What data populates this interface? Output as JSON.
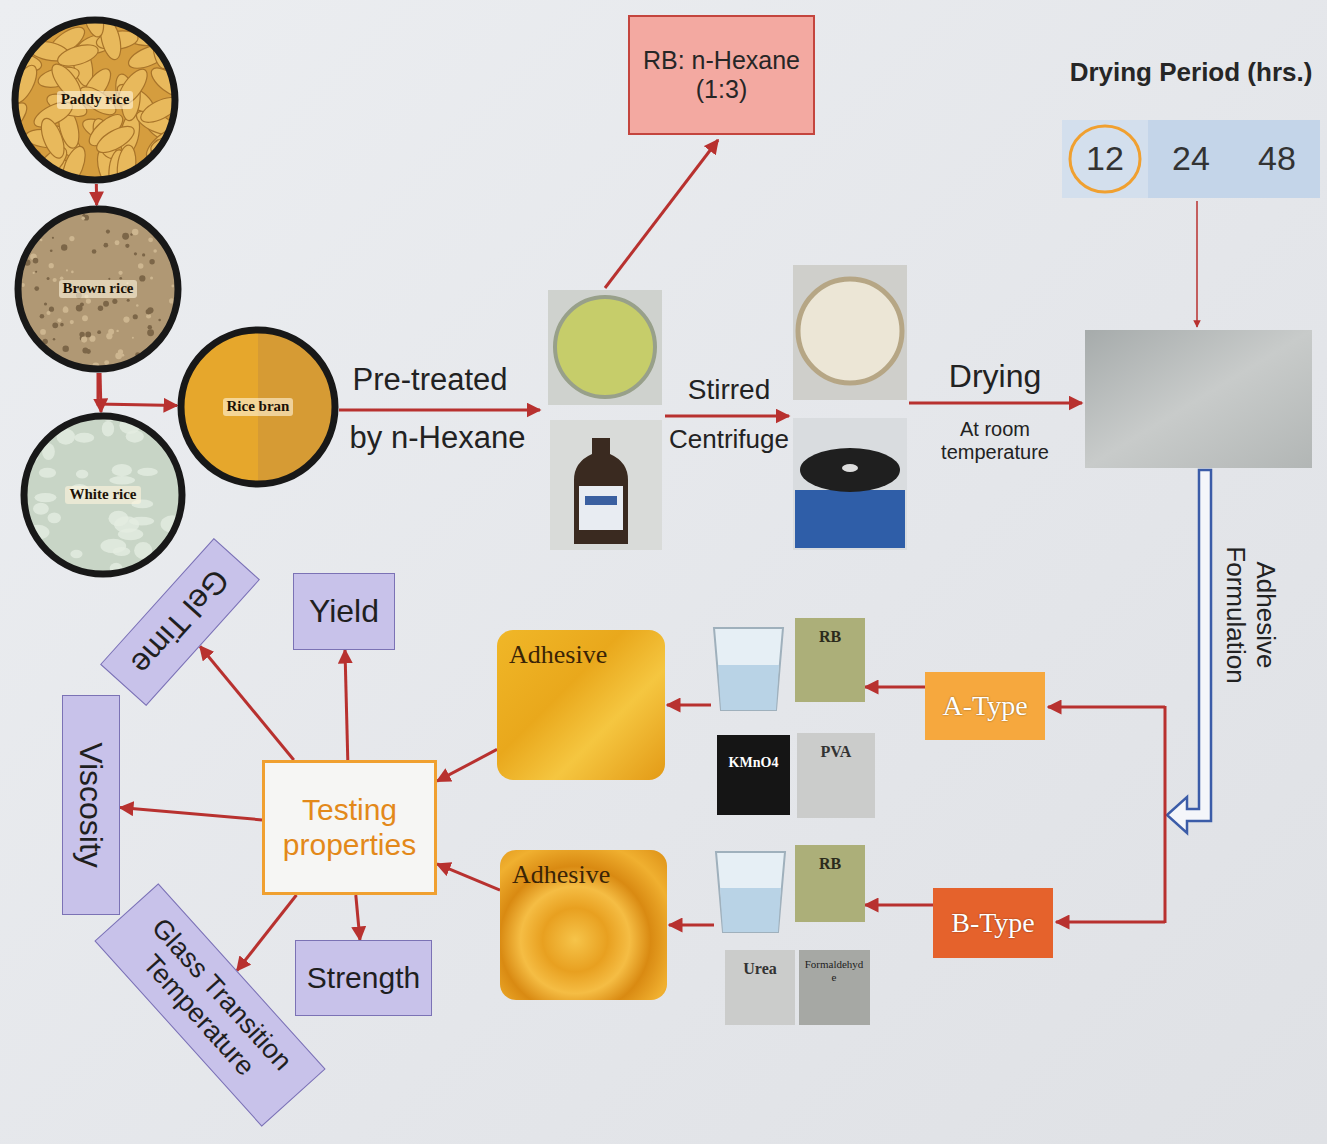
{
  "diagram": {
    "nodes": [
      {
        "text": [
          "Paddy rice"
        ]
      },
      {
        "text": [
          "Brown rice"
        ]
      },
      {
        "text": [
          "White rice"
        ]
      },
      {
        "text": [
          "Rice bran"
        ]
      },
      {
        "text": [
          "RB: n-Hexane (1:3)"
        ]
      },
      {
        "text": [
          "Drying Period (hrs.)"
        ]
      },
      {
        "text": [
          "12"
        ],
        "in": 5
      },
      {
        "text": [
          "24"
        ],
        "in": 5
      },
      {
        "text": [
          "48"
        ],
        "in": 5
      },
      {
        "text": [
          "Adhesive"
        ]
      },
      {
        "text": [
          "RB"
        ]
      },
      {
        "text": [
          "KMnO4"
        ]
      },
      {
        "text": [
          "PVA"
        ]
      },
      {
        "text": [
          "A-Type"
        ]
      },
      {
        "text": [
          "Adhesive"
        ]
      },
      {
        "text": [
          "RB"
        ]
      },
      {
        "text": [
          "Urea"
        ]
      },
      {
        "text": [
          "Formaldehyde"
        ]
      },
      {
        "text": [
          "B-Type"
        ]
      },
      {
        "text": [
          "Testing properties"
        ]
      },
      {
        "text": [
          "Yield"
        ]
      },
      {
        "text": [
          "Gel Time"
        ]
      },
      {
        "text": [
          "Viscosity"
        ]
      },
      {
        "text": [
          "Glass Transition Temperature"
        ]
      },
      {
        "text": [
          "Strength"
        ]
      }
    ],
    "edges": [
      {
        "from": 0,
        "to": 1,
        "arrow": "to"
      },
      {
        "from": 1,
        "to": 2,
        "arrow": "to"
      },
      {
        "from": 1,
        "to": 3,
        "arrow": "to"
      },
      {
        "from": 13,
        "to": 10,
        "arrow": "to"
      },
      {
        "from": 9,
        "to": 19,
        "arrow": "to"
      },
      {
        "from": 18,
        "to": 15,
        "arrow": "to"
      },
      {
        "from": 14,
        "to": 19,
        "arrow": "to"
      },
      {
        "from": 19,
        "to": 20,
        "arrow": "to"
      },
      {
        "from": 19,
        "to": 21,
        "arrow": "to"
      },
      {
        "from": 19,
        "to": 22,
        "arrow": "to"
      },
      {
        "from": 19,
        "to": 23,
        "arrow": "to"
      },
      {
        "from": 19,
        "to": 24,
        "arrow": "to"
      }
    ],
    "labels": [
      "Pre-treated",
      "by n-Hexane",
      "Stirred",
      "Centrifuge",
      "Drying",
      "At room temperature",
      "Adhesive Formulation"
    ]
  }
}
